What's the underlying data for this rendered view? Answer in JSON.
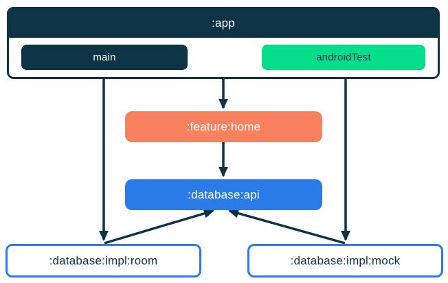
{
  "app_container": {
    "label": ":app",
    "source_sets": [
      {
        "label": "main"
      },
      {
        "label": "androidTest"
      }
    ]
  },
  "nodes": {
    "feature_home": {
      "label": ":feature:home",
      "color": "#f8815f"
    },
    "database_api": {
      "label": ":database:api",
      "color": "#2a7be8"
    },
    "database_impl_room": {
      "label": ":database:impl:room",
      "border_color": "#2a7be8"
    },
    "database_impl_mock": {
      "label": ":database:impl:mock",
      "border_color": "#2a7be8"
    }
  },
  "edges": [
    {
      "from": ":app",
      "to": ":feature:home"
    },
    {
      "from": "main",
      "to": ":database:impl:room"
    },
    {
      "from": "androidTest",
      "to": ":database:impl:mock"
    },
    {
      "from": ":feature:home",
      "to": ":database:api"
    },
    {
      "from": ":database:impl:room",
      "to": ":database:api"
    },
    {
      "from": ":database:impl:mock",
      "to": ":database:api"
    }
  ],
  "colors": {
    "navy": "#0d3445",
    "green": "#04de8b",
    "coral": "#f8815f",
    "blue": "#2a7be8",
    "arrow": "#0d3445",
    "background": "#ffffff"
  }
}
